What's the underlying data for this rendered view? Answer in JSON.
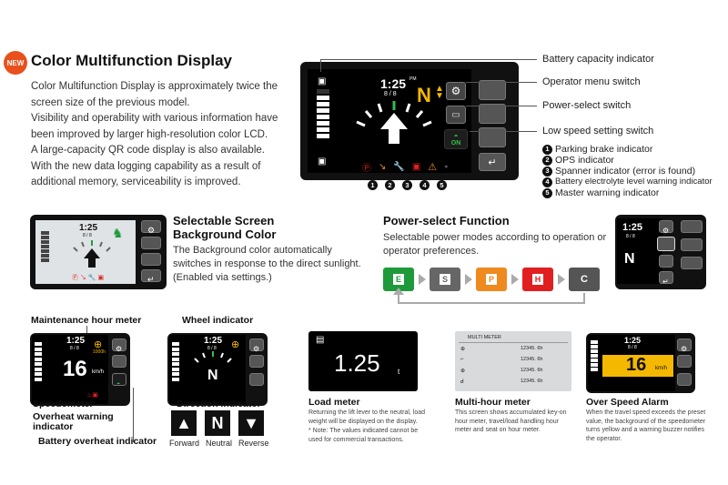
{
  "header": {
    "badge": "NEW",
    "title": "Color Multifunction Display",
    "intro": [
      "Color Multifunction Display is approximately twice the",
      "screen size of the previous model.",
      "Visibility and operability with various information have",
      "been improved by larger high-resolution color LCD.",
      "A large-capacity QR code display is also available.",
      "With the new data logging capability as a result of",
      "additional memory, serviceability is improved."
    ]
  },
  "main_display": {
    "time": "1:25",
    "time_suffix": "PM",
    "date": "8 / 8",
    "gear": "N",
    "ops_label": "ON",
    "numbers": [
      "1",
      "2",
      "3",
      "4",
      "5"
    ]
  },
  "callouts": {
    "battery": "Battery capacity indicator",
    "menu": "Operator menu switch",
    "power": "Power-select switch",
    "low_speed": "Low speed setting switch"
  },
  "legend": [
    {
      "n": "1",
      "text": "Parking brake indicator"
    },
    {
      "n": "2",
      "text": "OPS indicator"
    },
    {
      "n": "3",
      "text": "Spanner indicator (error is found)"
    },
    {
      "n": "4",
      "text": "Battery electrolyte level warning indicator"
    },
    {
      "n": "5",
      "text": "Master warning indicator"
    }
  ],
  "background": {
    "time": "1:25",
    "date": "8 / 8",
    "title1": "Selectable Screen",
    "title2": "Background Color",
    "text": "The Background color automatically switches in response to the direct sunlight. (Enabled via settings.)"
  },
  "power_select": {
    "title": "Power-select Function",
    "text": "Selectable power modes according to operation or operator preferences.",
    "modes": [
      "E",
      "S",
      "P",
      "H",
      "C"
    ],
    "colors": {
      "E": "#1e9a3a",
      "S": "#666666",
      "P": "#ef8a1f",
      "H": "#e02020",
      "C": "#555555"
    },
    "preview_time": "1:25",
    "preview_date": "8 / 8",
    "preview_gear": "N"
  },
  "maintenance": {
    "title": "Maintenance hour meter",
    "time": "1:25",
    "date": "8 / 8",
    "speed": "16",
    "unit": "km/h",
    "hours": "1000h",
    "speedometer": "Speedometer",
    "overheat1": "Overheat warning",
    "overheat2": "indicator",
    "battery_overheat": "Battery overheat indicator"
  },
  "wheel": {
    "title": "Wheel indicator",
    "time": "1:25",
    "date": "8 / 8",
    "gear": "N",
    "direction_title": "Direction indicator",
    "forward": "Forward",
    "neutral": "Neutral",
    "reverse": "Reverse",
    "neutral_letter": "N"
  },
  "load": {
    "value": "1.25",
    "unit": "t",
    "title": "Load meter",
    "text": "Returning the lift lever to the neutral, load weight will be displayed on the display.",
    "note": "* Note: The values indicated cannot be used for commercial transactions."
  },
  "multi": {
    "header": "MULTI METER",
    "rows": [
      "12345. 6h",
      "12345. 6h",
      "12345. 6h",
      "12345. 6h"
    ],
    "title": "Multi-hour meter",
    "text": "This screen shows accumulated key-on hour meter, travel/load handling hour meter and seat on hour meter."
  },
  "overspeed": {
    "time": "1:25",
    "date": "8 / 8",
    "speed": "16",
    "unit": "km/h",
    "title": "Over Speed Alarm",
    "text": "When the travel speed exceeds the preset value, the background of the speedometer turns yellow and a warning buzzer notifies the operator."
  }
}
